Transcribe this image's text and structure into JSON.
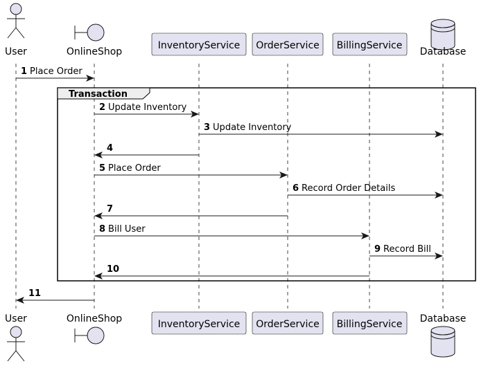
{
  "participants": [
    {
      "id": "user",
      "label": "User",
      "kind": "actor"
    },
    {
      "id": "shop",
      "label": "OnlineShop",
      "kind": "boundary"
    },
    {
      "id": "inv",
      "label": "InventoryService",
      "kind": "box"
    },
    {
      "id": "order",
      "label": "OrderService",
      "kind": "box"
    },
    {
      "id": "bill",
      "label": "BillingService",
      "kind": "box"
    },
    {
      "id": "db",
      "label": "Database",
      "kind": "database"
    }
  ],
  "group": {
    "label": "Transaction"
  },
  "messages": [
    {
      "num": "1",
      "from": "user",
      "to": "shop",
      "text": "Place Order"
    },
    {
      "num": "2",
      "from": "shop",
      "to": "inv",
      "text": "Update Inventory"
    },
    {
      "num": "3",
      "from": "inv",
      "to": "db",
      "text": "Update Inventory"
    },
    {
      "num": "4",
      "from": "inv",
      "to": "shop",
      "text": ""
    },
    {
      "num": "5",
      "from": "shop",
      "to": "order",
      "text": "Place Order"
    },
    {
      "num": "6",
      "from": "order",
      "to": "db",
      "text": "Record Order Details"
    },
    {
      "num": "7",
      "from": "order",
      "to": "shop",
      "text": ""
    },
    {
      "num": "8",
      "from": "shop",
      "to": "bill",
      "text": "Bill User"
    },
    {
      "num": "9",
      "from": "bill",
      "to": "db",
      "text": "Record Bill"
    },
    {
      "num": "10",
      "from": "bill",
      "to": "shop",
      "text": ""
    },
    {
      "num": "11",
      "from": "shop",
      "to": "user",
      "text": ""
    }
  ],
  "colors": {
    "participant_fill": "#e2e2f0",
    "participant_stroke": "#181818",
    "lifeline": "#181818"
  }
}
